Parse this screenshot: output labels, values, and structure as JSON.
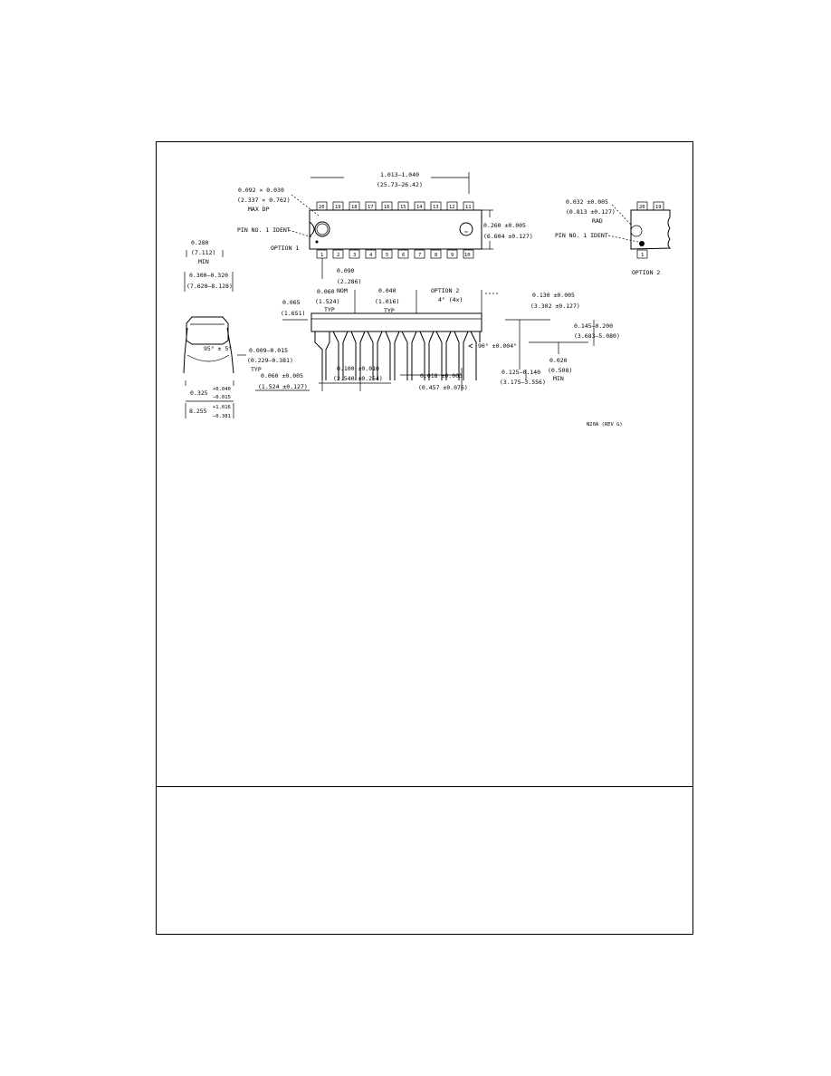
{
  "colors": {
    "ink": "#000000",
    "paper": "#ffffff"
  },
  "top_view": {
    "length_dim": "1.013–1.040",
    "length_dim_mm": "(25.73–26.42)",
    "depth_dim": "0.092 × 0.030",
    "depth_dim_mm": "(2.337 × 0.762)",
    "depth_note": "MAX DP",
    "pin1_ident": "PIN NO. 1 IDENT",
    "option1": "OPTION 1",
    "width_dim": "0.260 ±0.005",
    "width_dim_mm": "(6.604 ±0.127)",
    "top_pins": [
      "20",
      "19",
      "18",
      "17",
      "16",
      "15",
      "14",
      "13",
      "12",
      "11"
    ],
    "bottom_pins": [
      "1",
      "2",
      "3",
      "4",
      "5",
      "6",
      "7",
      "8",
      "9",
      "10"
    ],
    "pin1_spacing": "0.090",
    "pin1_spacing_mm": "(2.286)",
    "pin1_spacing_note": "NOM"
  },
  "option2_view": {
    "radius_dim": "0.032 ±0.005",
    "radius_dim_mm": "(0.813 ±0.127)",
    "radius_note": "RAD",
    "pin1_ident": "PIN NO. 1 IDENT",
    "pins_top": [
      "20",
      "19"
    ],
    "pin_bottom": "1",
    "label": "OPTION 2"
  },
  "end_view": {
    "width_min": "0.280",
    "width_min_mm": "(7.112)",
    "width_min_note": "MIN",
    "lead_span": "0.300–0.320",
    "lead_span_mm": "(7.620–8.128)",
    "angle": "95° ± 5°",
    "lead_thick": "0.009–0.015",
    "lead_thick_mm": "(0.229–0.381)",
    "lead_thick_note": "TYP",
    "overall": "0.325",
    "overall_tol_plus": "+0.040",
    "overall_tol_minus": "−0.015",
    "overall_mm": "8.255",
    "overall_mm_tol_plus": "+1.016",
    "overall_mm_tol_minus": "−0.381"
  },
  "side_view": {
    "end_dim": "0.065",
    "end_dim_mm": "(1.651)",
    "shoulder": "0.060",
    "shoulder_mm": "(1.524)",
    "shoulder_note": "TYP",
    "shoulder2": "0.040",
    "shoulder2_mm": "(1.016)",
    "shoulder2_note": "TYP",
    "option": "OPTION 2",
    "option_angle": "4° (4x)",
    "seat_height": "0.130 ±0.005",
    "seat_height_mm": "(3.302 ±0.127)",
    "body_height": "0.145–0.200",
    "body_height_mm": "(3.683–5.080)",
    "lead_angle": "90° ±0.004°",
    "standoff": "0.020",
    "standoff_mm": "(0.508)",
    "standoff_note": "MIN",
    "lead_len": "0.125–0.140",
    "lead_len_mm": "(3.175–3.556)",
    "pitch": "0.100 ±0.010",
    "pitch_mm": "(2.540 ±0.254)",
    "lead_width": "0.018 ±0.003",
    "lead_width_mm": "(0.457 ±0.076)",
    "lead_end": "0.060 ±0.005",
    "lead_end_mm": "(1.524 ±0.127)"
  },
  "drawing_ref": "N20A (REV G)"
}
